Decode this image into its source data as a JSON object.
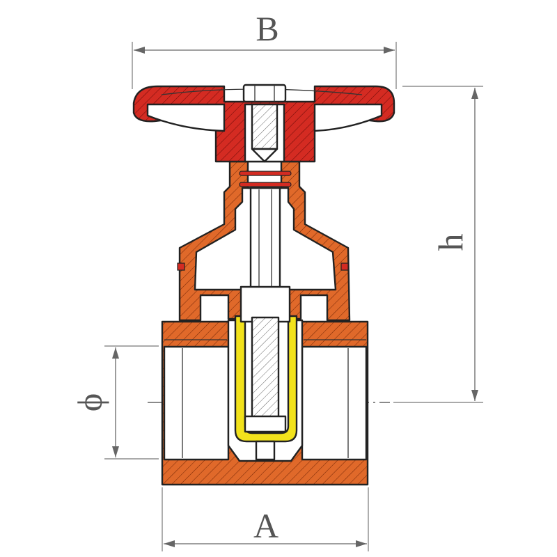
{
  "labels": {
    "width_top": "B",
    "height_right": "h",
    "diameter_left": "ϕ",
    "width_bottom": "A"
  },
  "colors": {
    "body": "#e0692a",
    "handwheel": "#d42b22",
    "gate": "#f2e21c",
    "stem": "#c4c4c4",
    "outline": "#222222",
    "dimension": "#666666"
  }
}
